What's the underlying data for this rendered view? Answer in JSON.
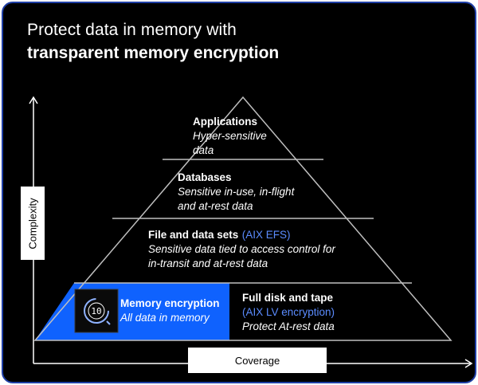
{
  "title": {
    "line1": "Protect data in memory with",
    "line2": "transparent memory encryption"
  },
  "axes": {
    "y_label": "Complexity",
    "x_label": "Coverage"
  },
  "tiers": {
    "applications": {
      "heading": "Applications",
      "description": "Hyper-sensitive data"
    },
    "databases": {
      "heading": "Databases",
      "description": "Sensitive in-use, in-flight and at-rest data"
    },
    "file_data_sets": {
      "heading": "File and data sets",
      "tag": "(AIX EFS)",
      "description": "Sensitive data tied to access control for in-transit and at-rest data"
    },
    "memory_encryption": {
      "heading": "Memory encryption",
      "description": "All data in memory",
      "icon": "chip-lock-icon",
      "icon_text": "10"
    },
    "full_disk_tape": {
      "heading": "Full disk and tape",
      "tag": "(AIX LV encryption)",
      "description": "Protect At-rest data"
    }
  },
  "colors": {
    "background": "#000000",
    "highlight": "#0f62fe",
    "tag": "#5b8cff",
    "border": "#1f3fa6",
    "lines": "#bfbfbf"
  }
}
